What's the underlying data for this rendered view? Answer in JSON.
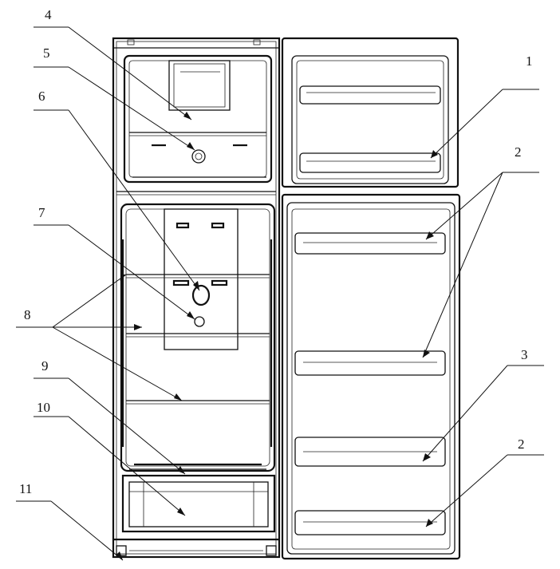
{
  "labels": {
    "l1": "1",
    "l2a": "2",
    "l2b": "2",
    "l3": "3",
    "l4": "4",
    "l5": "5",
    "l6": "6",
    "l7": "7",
    "l8": "8",
    "l9": "9",
    "l10": "10",
    "l11": "11"
  }
}
